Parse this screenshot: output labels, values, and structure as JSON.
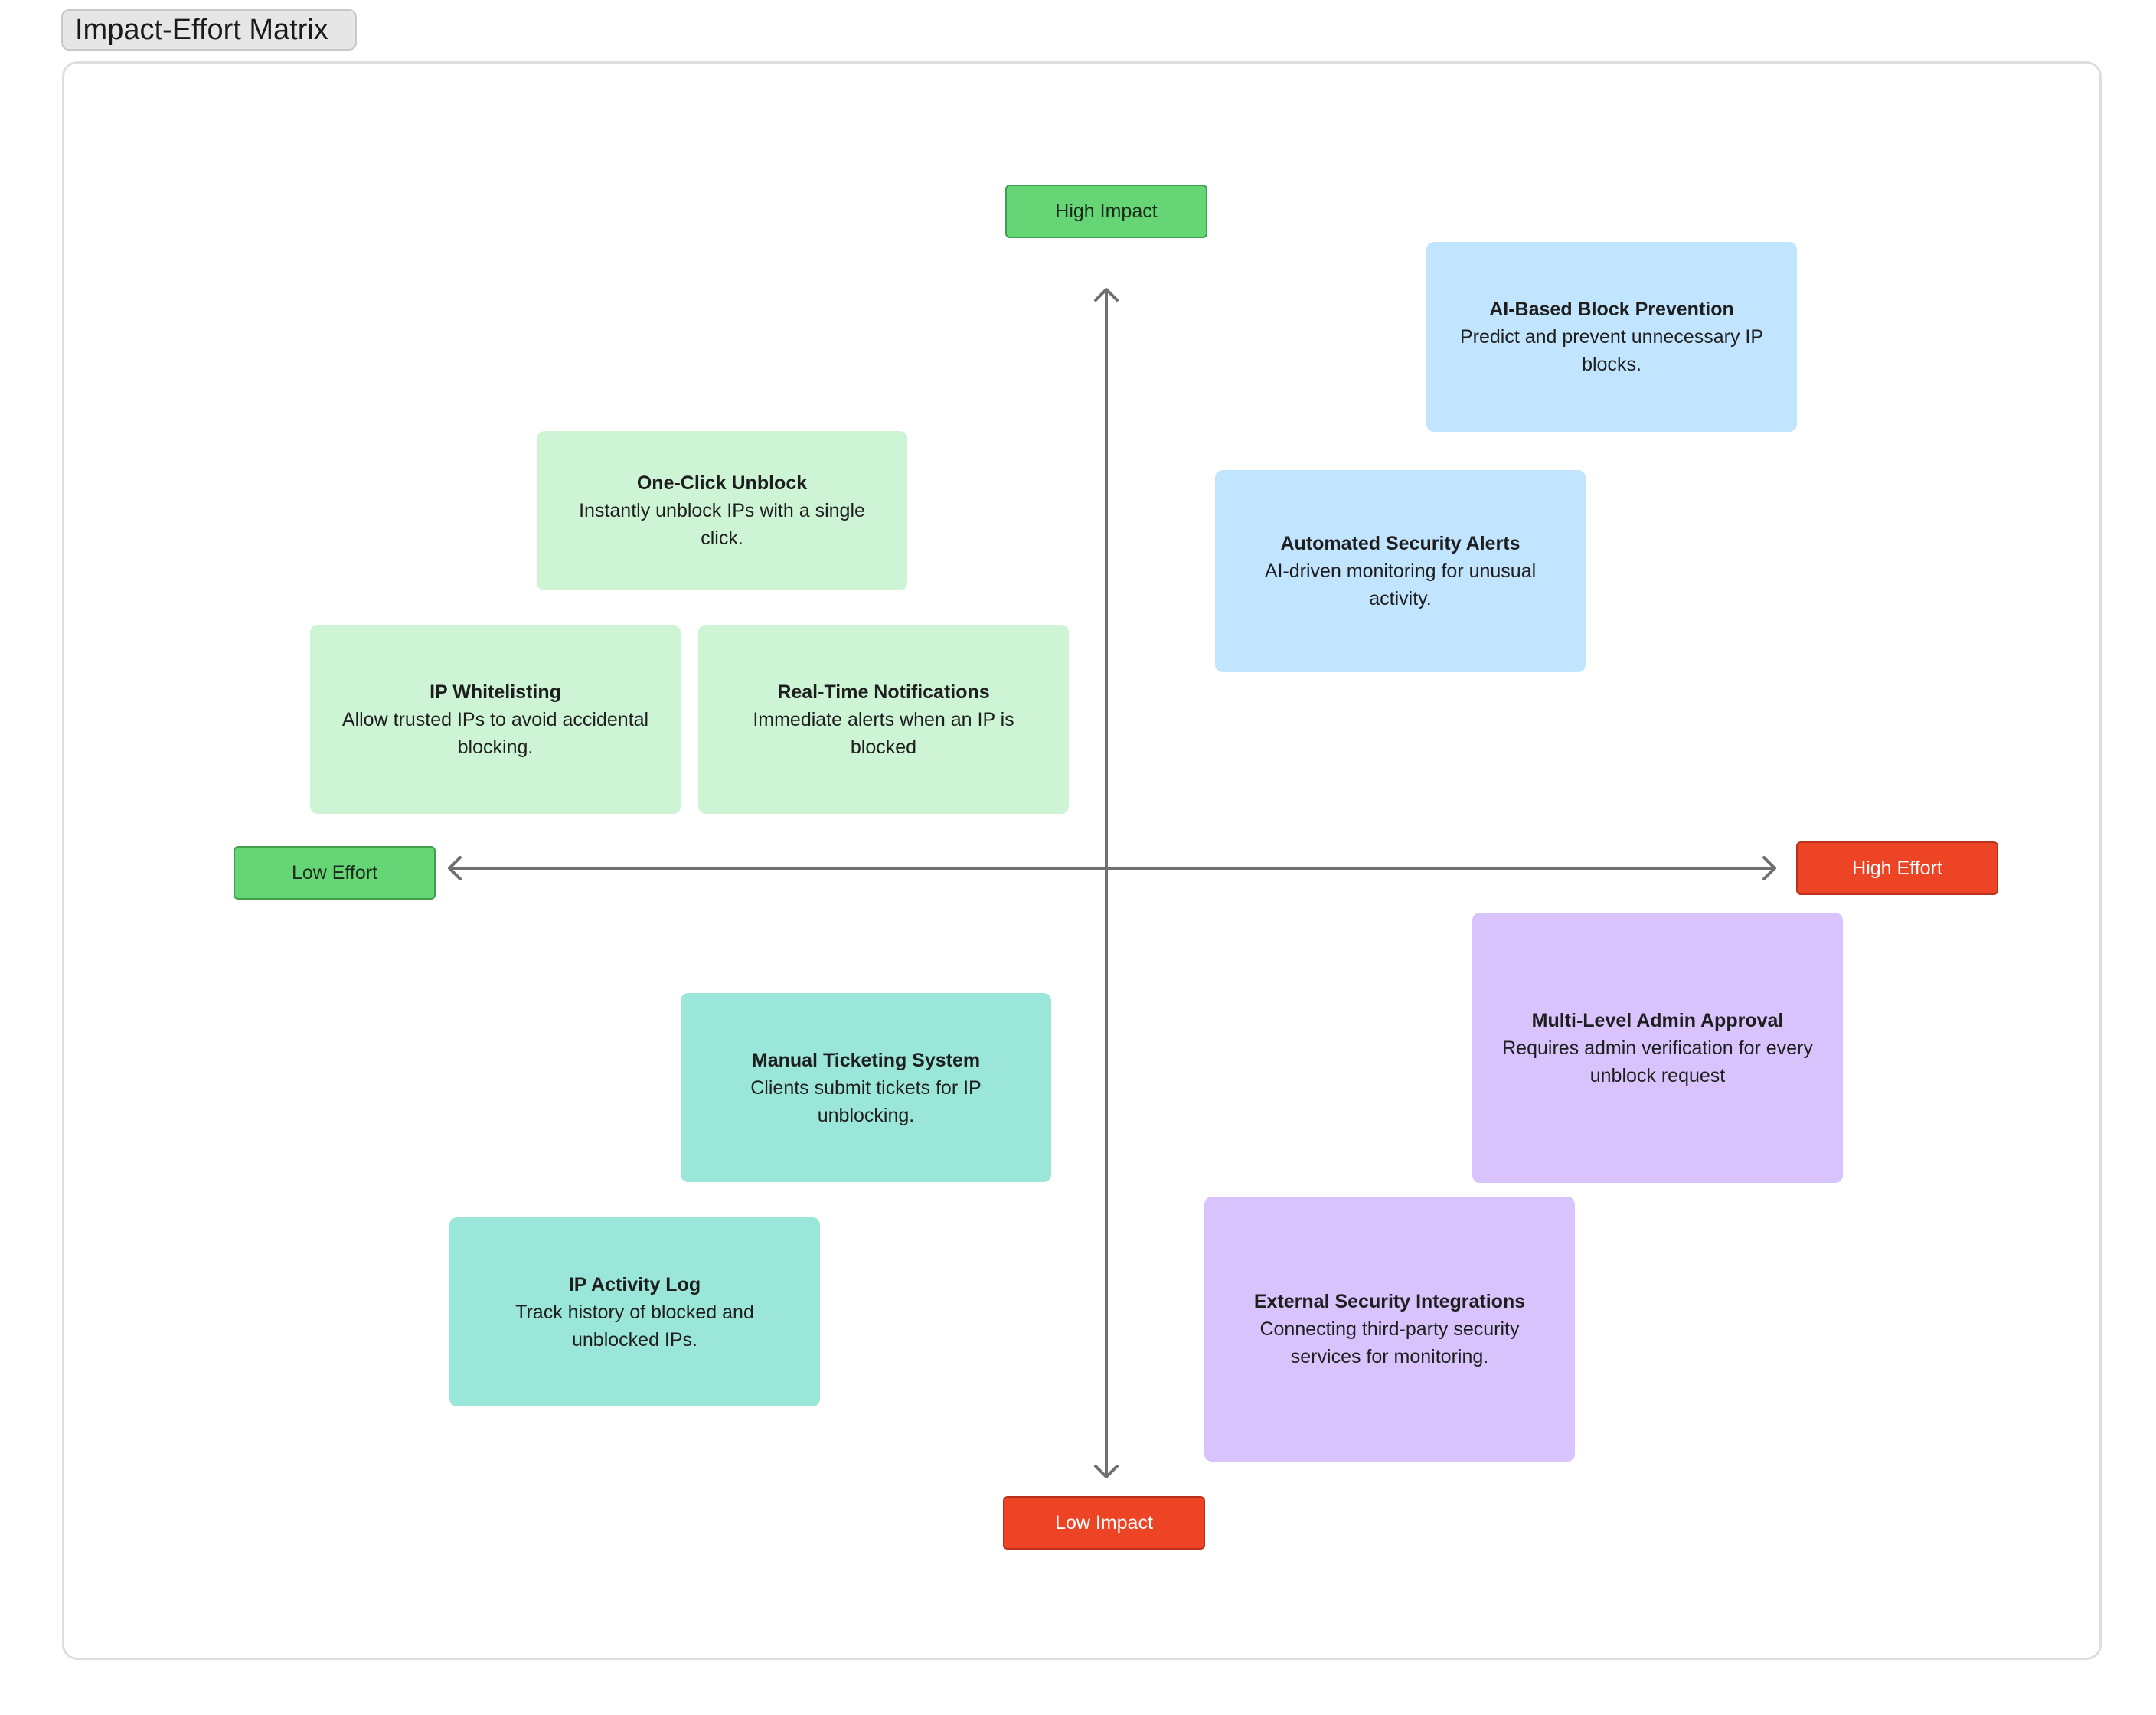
{
  "frame": {
    "title": "Impact-Effort Matrix"
  },
  "axes": {
    "high_impact": "High Impact",
    "low_impact": "Low Impact",
    "low_effort": "Low Effort",
    "high_effort": "High Effort"
  },
  "colors": {
    "high_label": "#66d575",
    "low_label": "#ee4426",
    "quick_wins": "#cdf4d5",
    "major_projects": "#c2e5ff",
    "fill_ins": "#9ae6d8",
    "thankless_tasks": "#d8c3fc",
    "axis_line": "#707070"
  },
  "cards": {
    "ai_block_prevention": {
      "title": "AI-Based Block Prevention",
      "desc": "Predict and prevent unnecessary IP blocks."
    },
    "automated_alerts": {
      "title": "Automated Security Alerts",
      "desc": "AI-driven monitoring for unusual activity."
    },
    "one_click_unblock": {
      "title": "One-Click Unblock",
      "desc": "Instantly unblock IPs with a single click."
    },
    "ip_whitelisting": {
      "title": "IP Whitelisting",
      "desc": "Allow trusted IPs to avoid accidental blocking."
    },
    "realtime_notifications": {
      "title": "Real-Time Notifications",
      "desc": "Immediate alerts when an IP is blocked"
    },
    "manual_ticketing": {
      "title": "Manual Ticketing System",
      "desc": "Clients submit tickets for IP unblocking."
    },
    "ip_activity_log": {
      "title": "IP Activity Log",
      "desc": "Track history of blocked and unblocked IPs."
    },
    "multi_level_approval": {
      "title": "Multi-Level Admin Approval",
      "desc": "Requires admin verification for every unblock request"
    },
    "external_integrations": {
      "title": "External Security Integrations",
      "desc": "Connecting third-party security services for monitoring."
    }
  }
}
